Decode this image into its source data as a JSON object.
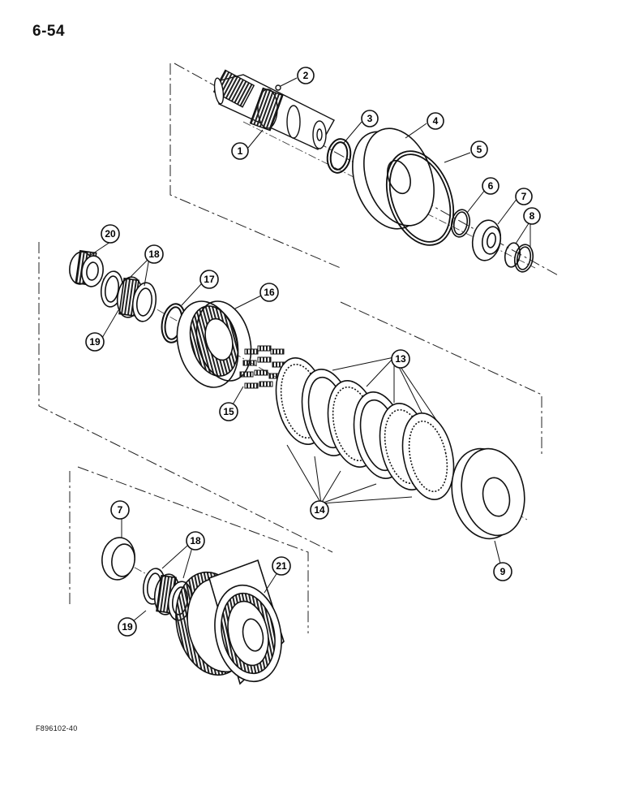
{
  "page_number": "6-54",
  "figure_code": "F896102-40",
  "callouts": {
    "c1": "1",
    "c2": "2",
    "c3": "3",
    "c4": "4",
    "c5": "5",
    "c6": "6",
    "c7a": "7",
    "c8": "8",
    "c9": "9",
    "c13": "13",
    "c14": "14",
    "c15": "15",
    "c16": "16",
    "c17": "17",
    "c18a": "18",
    "c19a": "19",
    "c20": "20",
    "c7b": "7",
    "c18b": "18",
    "c19b": "19",
    "c21": "21"
  }
}
